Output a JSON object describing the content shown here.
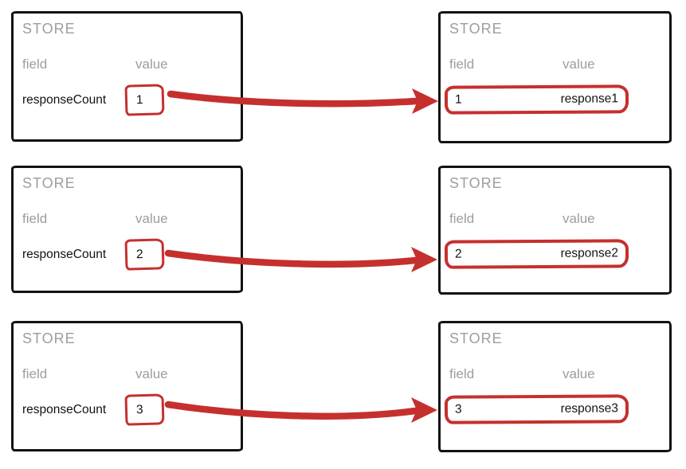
{
  "rows": [
    {
      "left": {
        "title": "STORE",
        "field_header": "field",
        "value_header": "value",
        "field": "responseCount",
        "value": "1"
      },
      "right": {
        "title": "STORE",
        "field_header": "field",
        "value_header": "value",
        "field": "1",
        "value": "response1"
      }
    },
    {
      "left": {
        "title": "STORE",
        "field_header": "field",
        "value_header": "value",
        "field": "responseCount",
        "value": "2"
      },
      "right": {
        "title": "STORE",
        "field_header": "field",
        "value_header": "value",
        "field": "2",
        "value": "response2"
      }
    },
    {
      "left": {
        "title": "STORE",
        "field_header": "field",
        "value_header": "value",
        "field": "responseCount",
        "value": "3"
      },
      "right": {
        "title": "STORE",
        "field_header": "field",
        "value_header": "value",
        "field": "3",
        "value": "response3"
      }
    }
  ],
  "colors": {
    "accent_red": "#c5302e",
    "label_gray": "#9d9d9d",
    "ink_black": "#121212"
  }
}
